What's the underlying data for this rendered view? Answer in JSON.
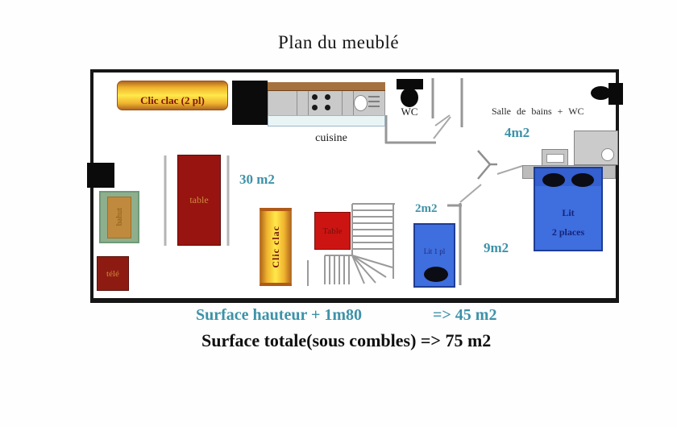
{
  "title": "Plan du meublé",
  "rooms": {
    "kitchen_label": "cuisine",
    "wc_label": "WC",
    "bathroom_label": "Salle de bains + WC",
    "bathroom_area": "4m2",
    "living_area": "30 m2",
    "closet_area": "2m2",
    "bedroom_area": "9m2"
  },
  "furniture": {
    "sofa_bed_h": "Clic clac (2 pl)",
    "sofa_bed_v": "Clic clac",
    "dining_table": "table",
    "small_table": "Table",
    "sideboard": "bahut",
    "tv": "télé",
    "single_bed": "Lit 1 pl",
    "double_bed_line1": "Lit",
    "double_bed_line2": "2 places"
  },
  "footer": {
    "line1_label": "Surface hauteur + 1m80",
    "line1_value": "=> 45 m2",
    "line2": "Surface totale(sous combles) => 75 m2"
  },
  "colors": {
    "area_text_teal": "#3d92a8",
    "bed_blue": "#3f6ede",
    "sofa_yellow": "#ffe94a",
    "sofa_orange": "#b06820",
    "dining_table_red": "#971410",
    "small_table_red": "#cc1512",
    "tv_red": "#8e1b12",
    "sideboard_green": "#8fae8c",
    "sideboard_inner_orange": "#c08a3e",
    "counter_brown": "#a5713f",
    "wall_black": "#161616"
  }
}
